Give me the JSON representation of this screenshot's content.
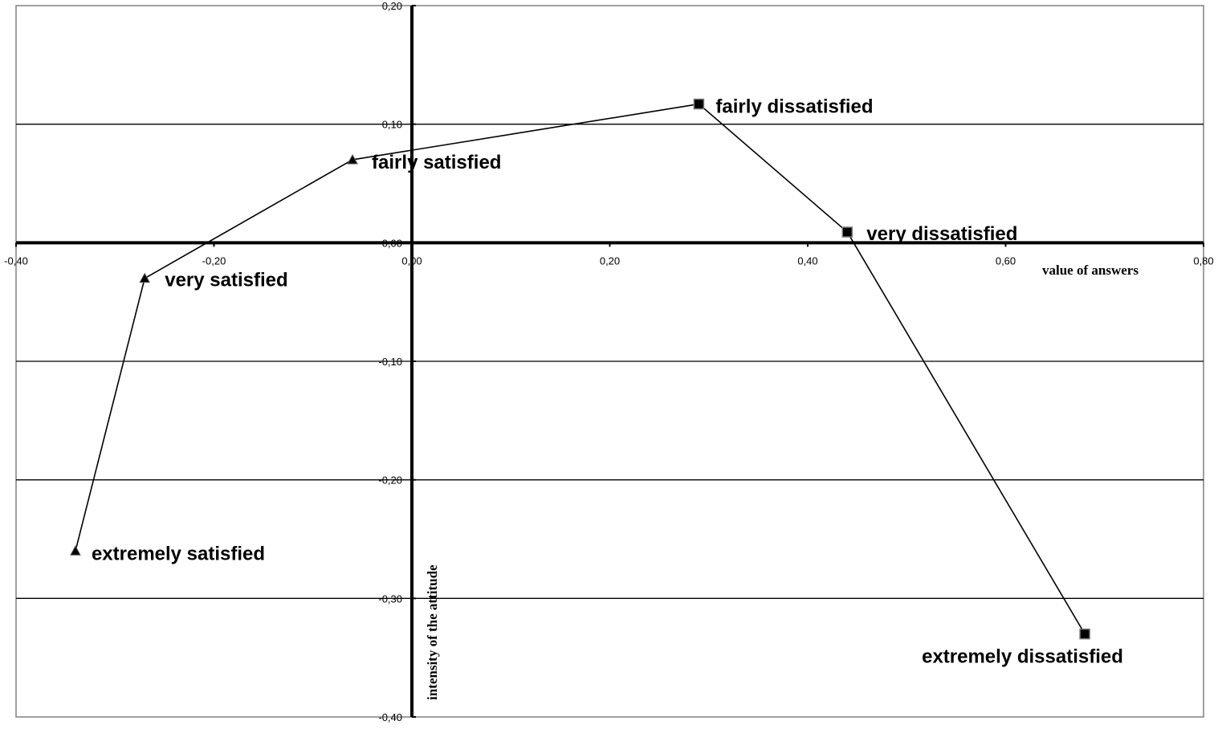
{
  "chart_data": {
    "type": "scatter",
    "xlabel": "value of answers",
    "ylabel": "intensity of the attitude",
    "xlim": [
      -0.4,
      0.8
    ],
    "ylim": [
      -0.4,
      0.2
    ],
    "x_ticks": [
      -0.4,
      -0.2,
      0.0,
      0.2,
      0.4,
      0.6,
      0.8
    ],
    "y_ticks": [
      -0.4,
      -0.3,
      -0.2,
      -0.1,
      0.0,
      0.1,
      0.2
    ],
    "x_tick_labels": [
      "-0,40",
      "-0,20",
      "0,00",
      "0,20",
      "0,40",
      "0,60",
      "0,80"
    ],
    "y_tick_labels": [
      "-0,40",
      "-0,30",
      "-0,20",
      "-0,10",
      "0,00",
      "0,10",
      "0,20"
    ],
    "grid": "horizontal",
    "series": [
      {
        "marker": "triangle",
        "points": [
          {
            "x": -0.34,
            "y": -0.26,
            "label": "extremely satisfied"
          },
          {
            "x": -0.27,
            "y": -0.03,
            "label": "very satisfied"
          },
          {
            "x": -0.06,
            "y": 0.07,
            "label": "fairly satisfied"
          }
        ]
      },
      {
        "marker": "square",
        "points": [
          {
            "x": 0.29,
            "y": 0.117,
            "label": "fairly dissatisfied"
          },
          {
            "x": 0.44,
            "y": 0.009,
            "label": "very dissatisfied"
          },
          {
            "x": 0.68,
            "y": -0.33,
            "label": "extremely dissatisfied"
          }
        ]
      }
    ]
  }
}
